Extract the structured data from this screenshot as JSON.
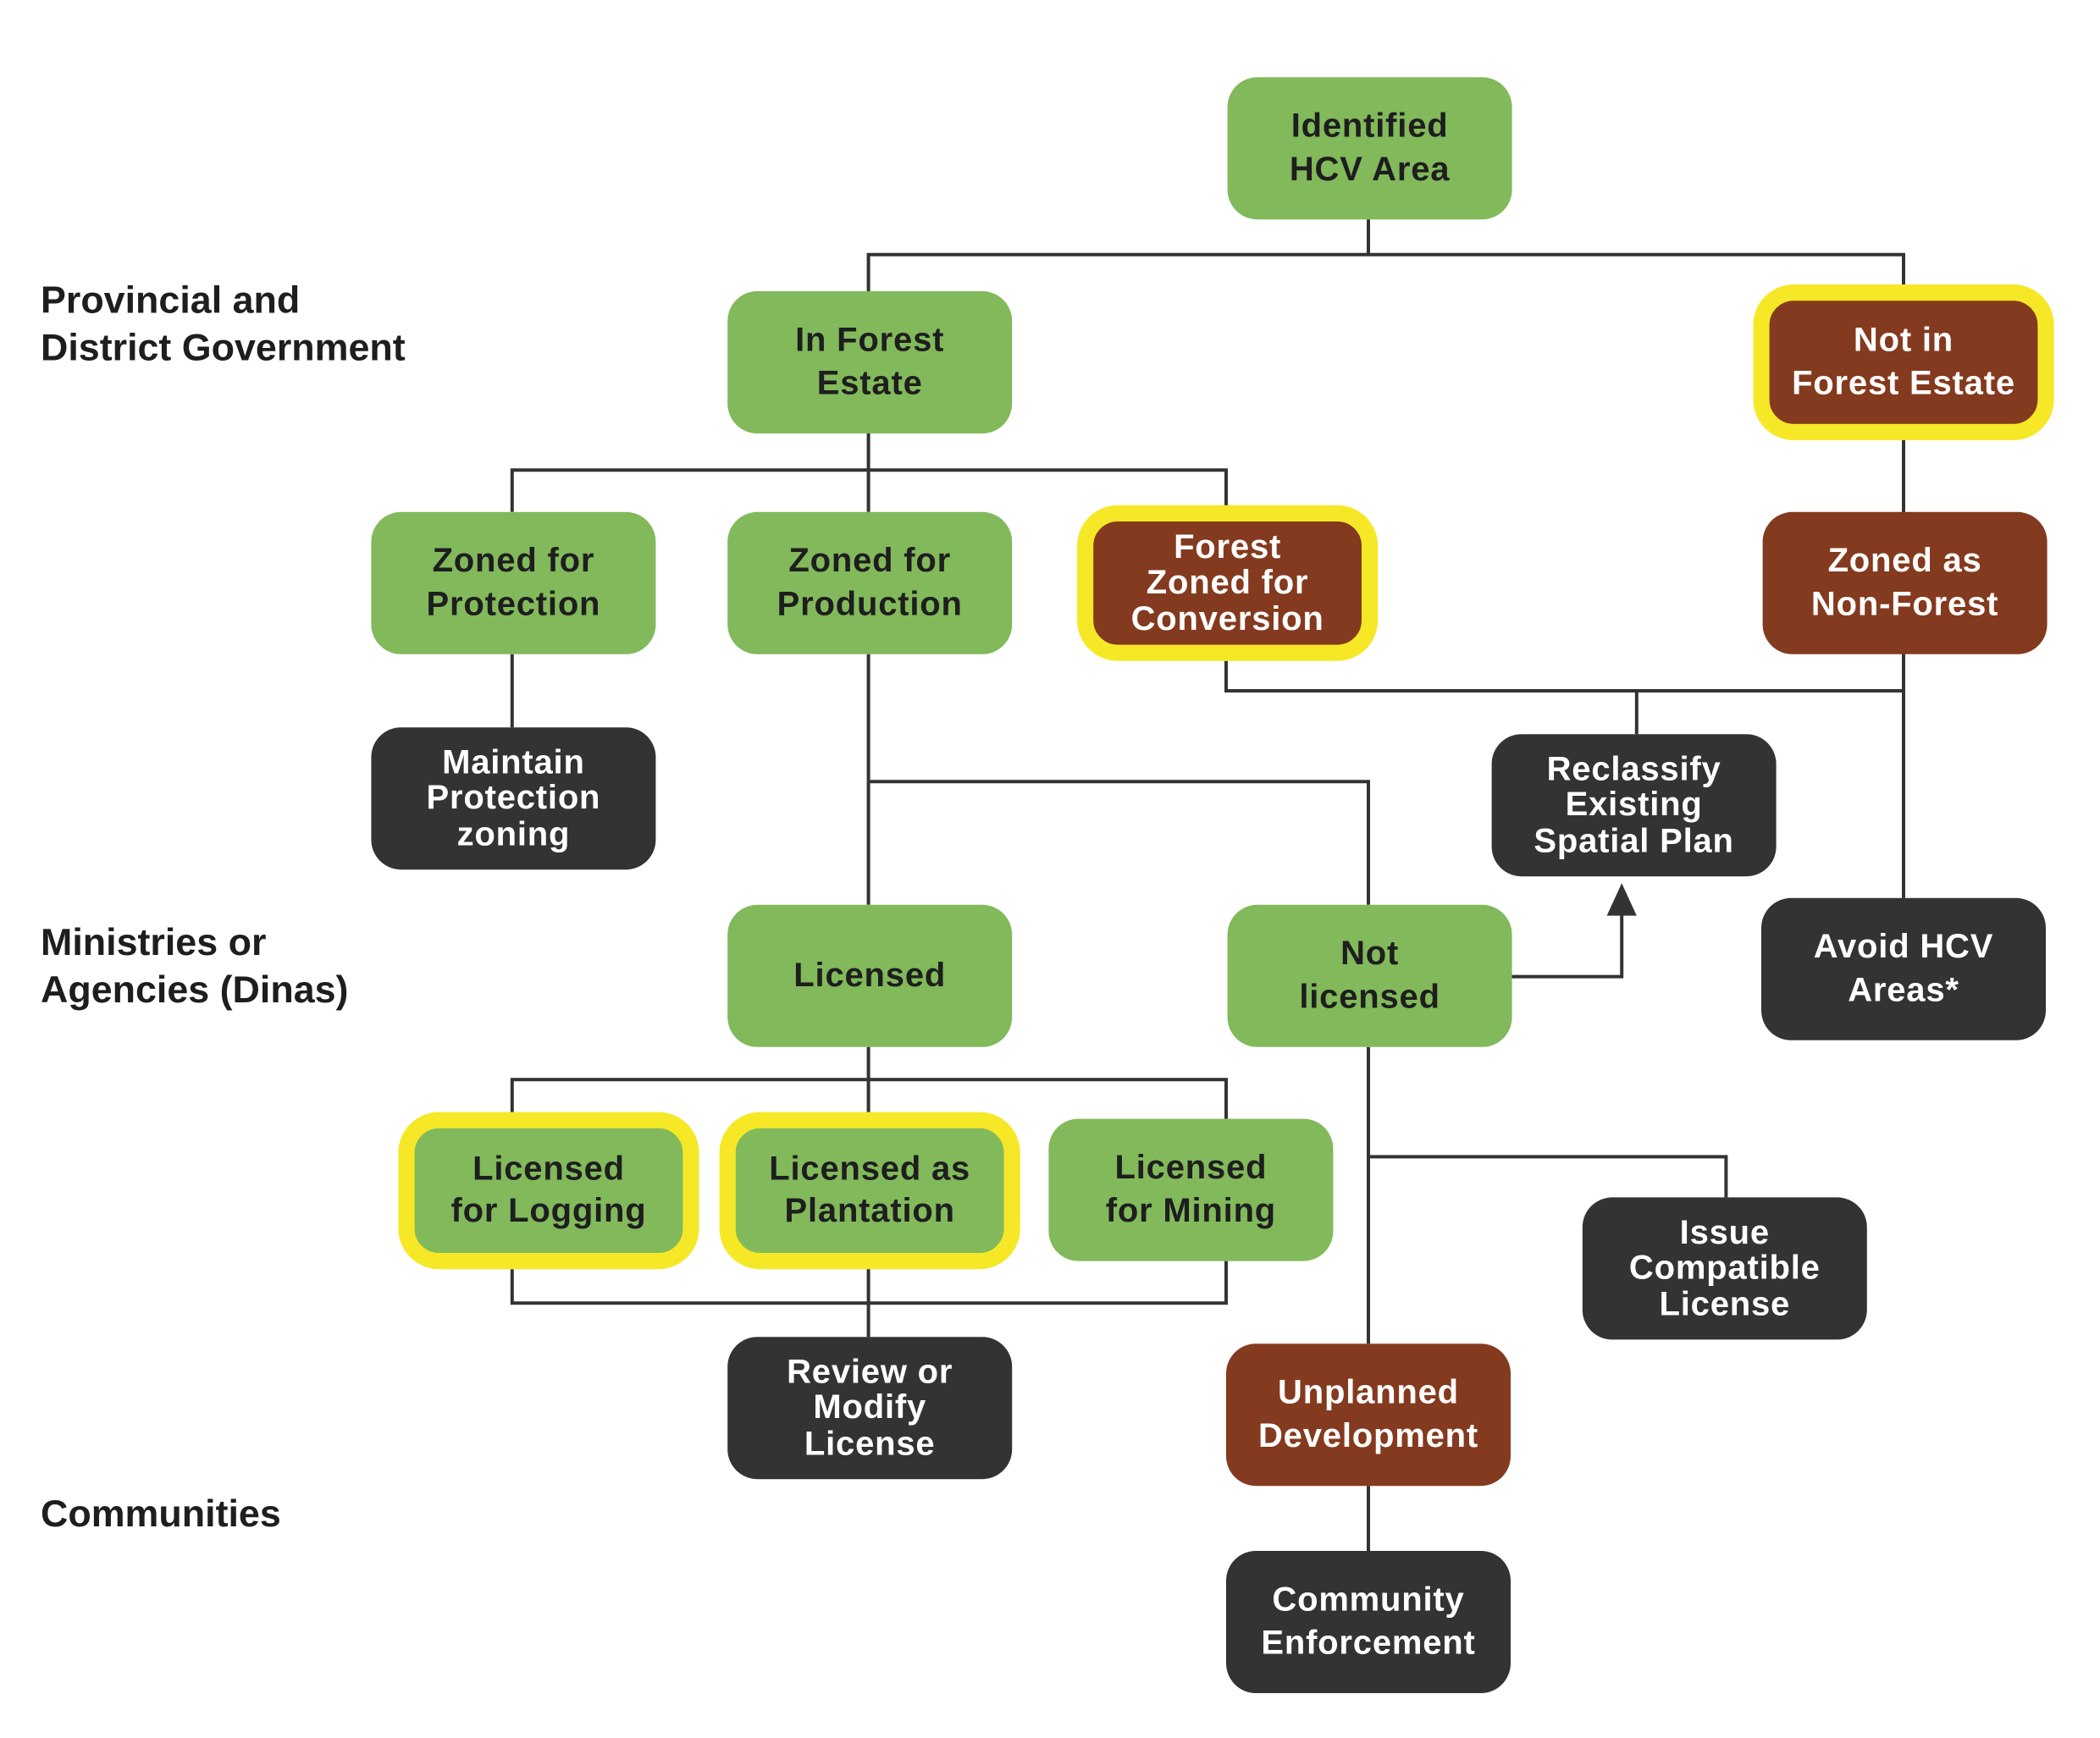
{
  "tiers": {
    "government": "Provincial and\nDistrict Government",
    "ministries": "Ministries or\nAgencies (Dinas)",
    "communities": "Communities"
  },
  "nodes": {
    "identified": "Identified\nHCV Area",
    "in_forest": "In Forest\nEstate",
    "not_in_forest": "Not in\nForest Estate",
    "zoned_protection": "Zoned for\nProtection",
    "zoned_production": "Zoned for\nProduction",
    "forest_conversion": "Forest\nZoned for\nConversion",
    "zoned_non_forest": "Zoned as\nNon-Forest",
    "maintain_protection": "Maintain\nProtection\nzoning",
    "reclassify": "Reclassify\nExisting\nSpatial Plan",
    "licensed": "Licensed",
    "not_licensed": "Not\nlicensed",
    "avoid_hcv": "Avoid HCV\nAreas*",
    "licensed_logging": "Licensed\nfor Logging",
    "licensed_plantation": "Licensed as\nPlantation",
    "licensed_mining": "Licensed\nfor Mining",
    "issue_compatible": "Issue\nCompatible\nLicense",
    "review_modify": "Review or\nModify\nLicense",
    "unplanned": "Unplanned\nDevelopment",
    "community_enforcement": "Community\nEnforcement"
  },
  "colors": {
    "green": "#82b95b",
    "brown": "#843a1e",
    "dark": "#333333",
    "highlight": "#f6e827",
    "connector": "#333333"
  }
}
